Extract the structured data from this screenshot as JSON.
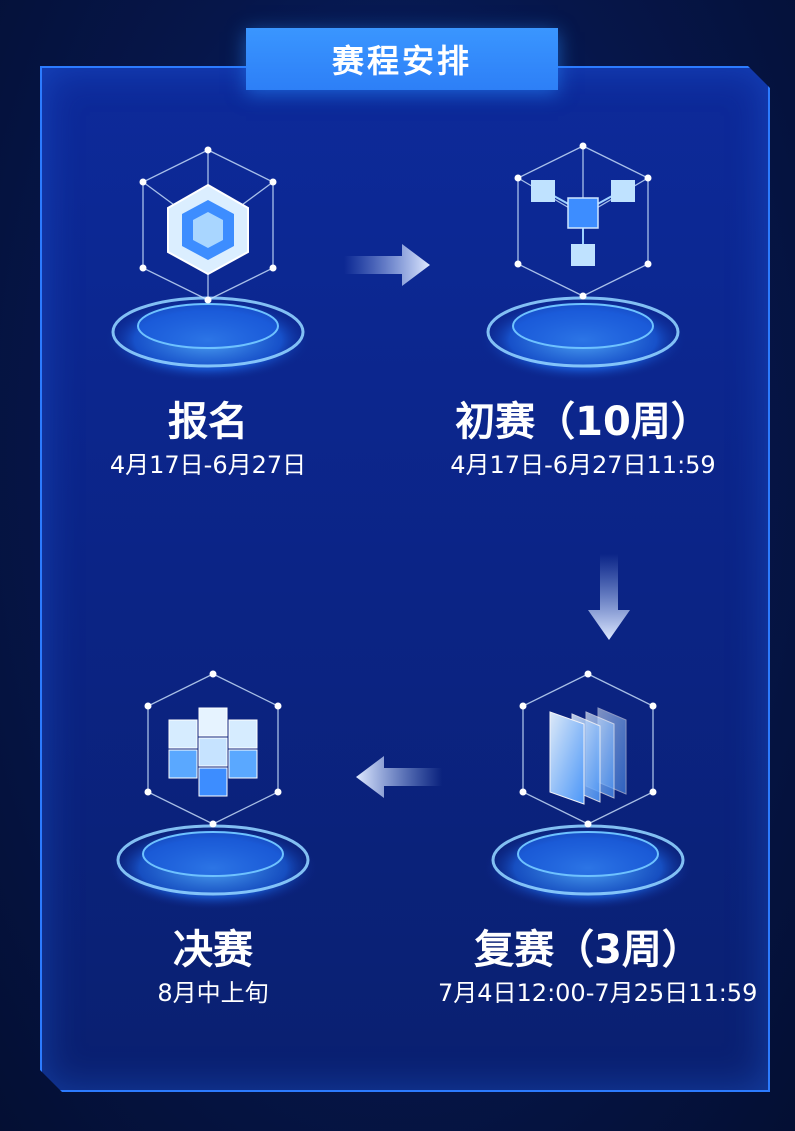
{
  "header": {
    "title": "赛程安排"
  },
  "stages": [
    {
      "title": "报名",
      "date": "4月17日-6月27日"
    },
    {
      "title": "初赛（10周）",
      "date": "4月17日-6月27日11:59"
    },
    {
      "title": "复赛（3周）",
      "date": "7月4日12:00-7月25日11:59"
    },
    {
      "title": "决赛",
      "date": "8月中上旬"
    }
  ],
  "colors": {
    "accent": "#2d7ff7",
    "panel": "#0b2486",
    "glow": "#3fa4ff"
  },
  "icons": [
    "hexagon-gem-icon",
    "network-cubes-icon",
    "layered-panels-icon",
    "cube-stack-icon"
  ]
}
